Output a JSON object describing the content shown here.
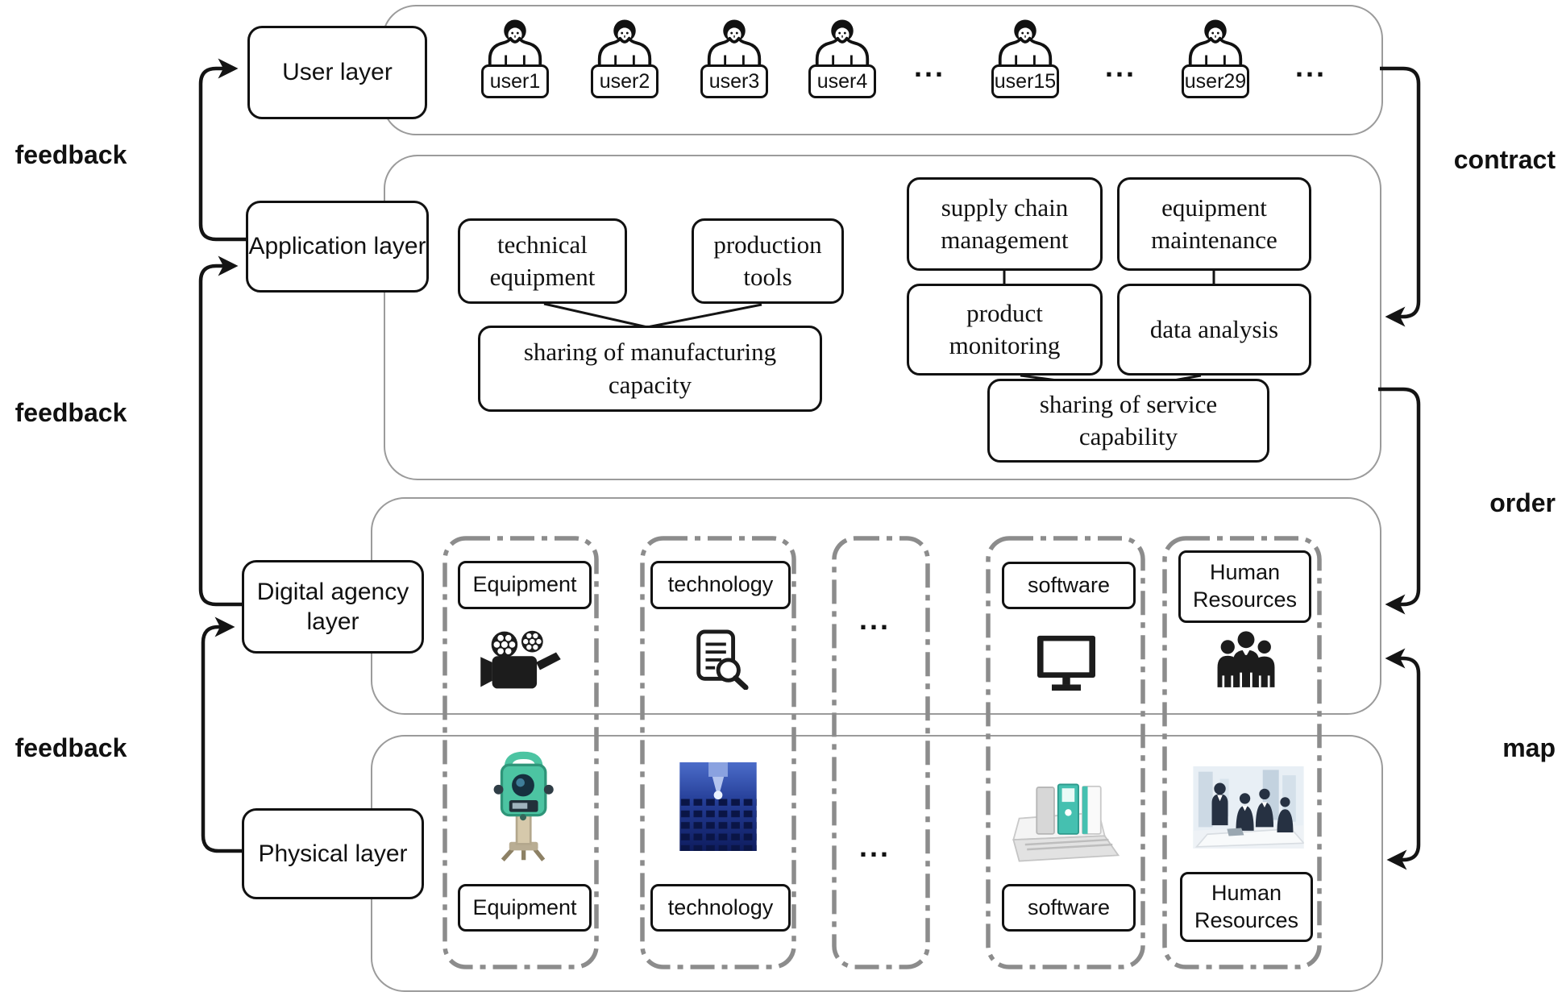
{
  "side_labels": {
    "feedback_top": "feedback",
    "feedback_middle": "feedback",
    "feedback_bottom": "feedback",
    "contract": "contract",
    "order": "order",
    "map": "map"
  },
  "user_layer": {
    "title": "User layer",
    "users": [
      "user1",
      "user2",
      "user3",
      "user4",
      "user15",
      "user29"
    ],
    "ellipsis": "..."
  },
  "application_layer": {
    "title": "Application layer",
    "technical_equipment": "technical equipment",
    "production_tools": "production tools",
    "sharing_manufacturing": "sharing of manufacturing capacity",
    "supply_chain": "supply chain management",
    "equipment_maintenance": "equipment maintenance",
    "product_monitoring": "product monitoring",
    "data_analysis": "data analysis",
    "sharing_service": "sharing of service capability"
  },
  "digital_layer": {
    "title": "Digital agency layer",
    "equipment": "Equipment",
    "technology": "technology",
    "ellipsis": "...",
    "software": "software",
    "human_resources": "Human Resources"
  },
  "physical_layer": {
    "title": "Physical layer",
    "equipment": "Equipment",
    "technology": "technology",
    "ellipsis": "...",
    "software": "software",
    "human_resources": "Human Resources"
  },
  "icons": {
    "user": "person-bust-icon",
    "digital_equipment": "movie-camera-icon",
    "digital_technology": "document-search-icon",
    "digital_software": "monitor-icon",
    "digital_human_resources": "people-group-icon",
    "physical_equipment": "theodolite-photo",
    "physical_technology": "cnc-machine-photo",
    "physical_software": "binders-laptop-photo",
    "physical_human_resources": "business-meeting-photo"
  },
  "colors": {
    "line": "#141414",
    "container_border": "#9b9b9b",
    "dashed_column": "#8c8c8c",
    "teal_accent": "#49c2a4",
    "machine_blue": "#1c3ba0"
  }
}
